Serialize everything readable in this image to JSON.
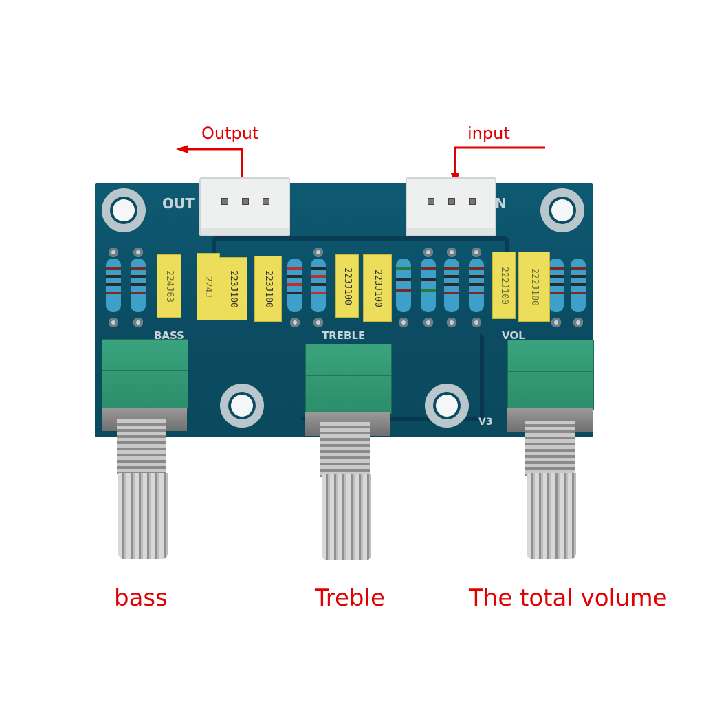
{
  "callouts": {
    "output_label": "Output",
    "input_label": "input"
  },
  "board": {
    "silkscreen": {
      "out": "OUT",
      "in": "N",
      "bass": "BASS",
      "treble": "TREBLE",
      "vol": "VOL",
      "version": "V3"
    },
    "capacitors": [
      {
        "marking": "224J63"
      },
      {
        "marking": "224J"
      },
      {
        "marking": "223J100"
      },
      {
        "marking": "223J100"
      },
      {
        "marking": "223J100"
      },
      {
        "marking": "223J100"
      },
      {
        "marking": "222J100"
      },
      {
        "marking": "222J100"
      }
    ]
  },
  "captions": {
    "bass": "bass",
    "treble": "Treble",
    "volume": "The total volume"
  },
  "colors": {
    "annotation_red": "#e00000",
    "pcb_blue": "#0b4c62",
    "pot_green": "#2c8e6b",
    "capacitor_yellow": "#ecde5a"
  }
}
